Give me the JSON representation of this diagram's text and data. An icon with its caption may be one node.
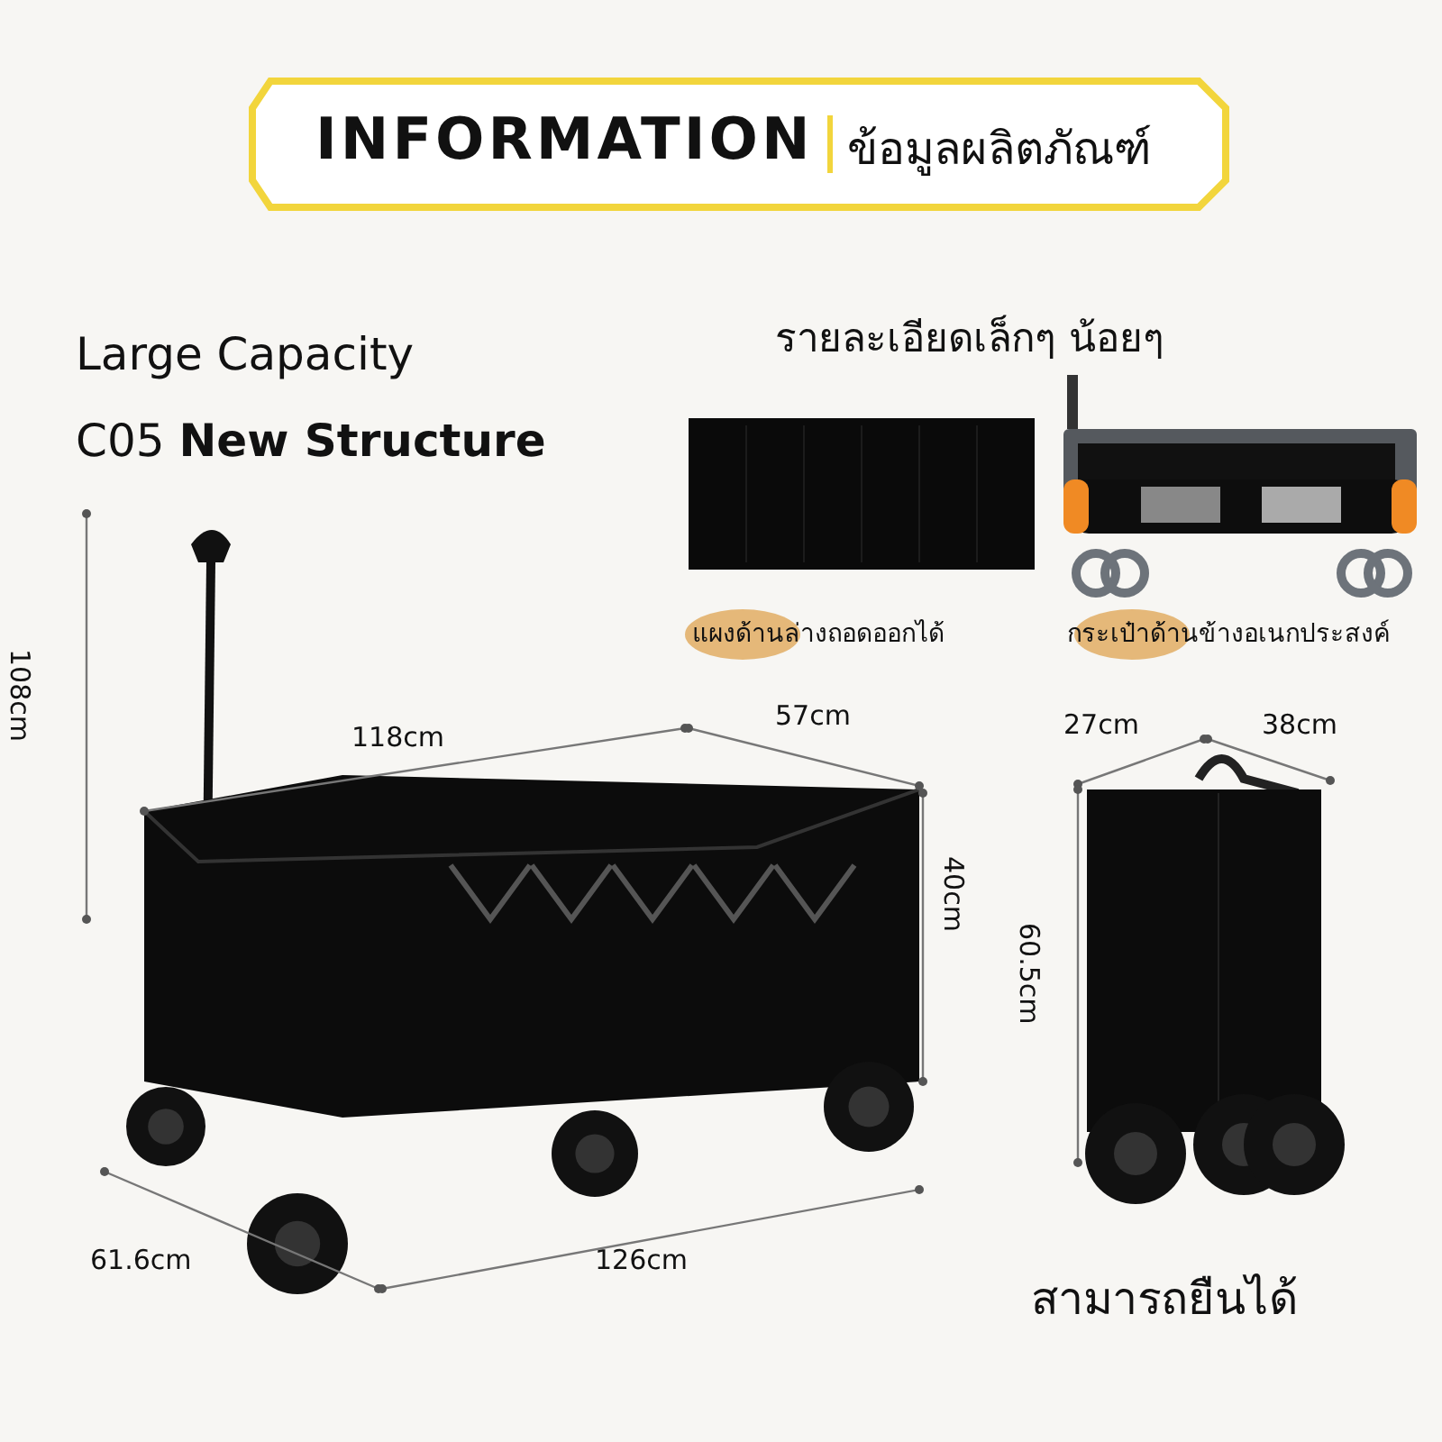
{
  "diagram": {
    "title": "INFORMATION",
    "labels": [
      "ข้อมูลผลิตภัณฑ์",
      "Large Capacity",
      "C05 **New Structure**",
      "รายละเอียดเล็กๆ น้อยๆ",
      "แผงด้านล่างถอดออกได้",
      "กระเป๋าด้านข้างอเนกประสงค์",
      "108cm",
      "118cm",
      "57cm",
      "40cm",
      "61.6cm",
      "126cm",
      "27cm",
      "38cm",
      "60.5cm",
      "สามารถยืนได้"
    ]
  }
}
